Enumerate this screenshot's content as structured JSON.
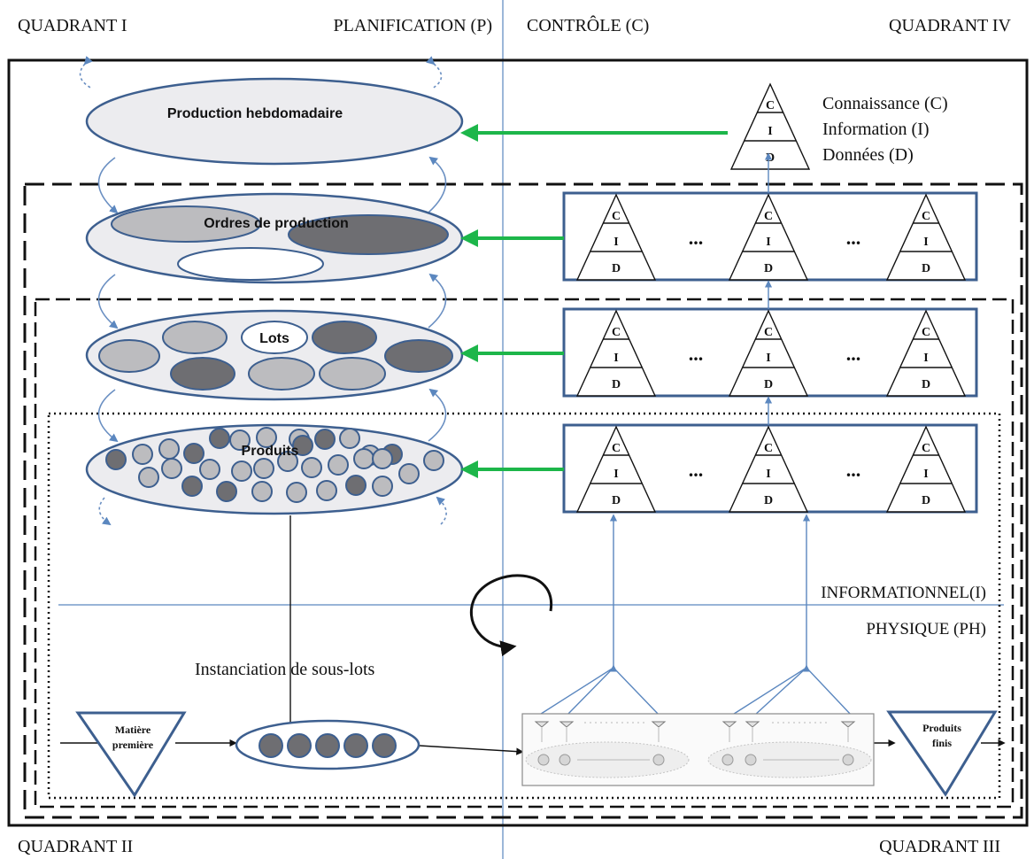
{
  "quadrants": {
    "top_left": "QUADRANT I",
    "top_right": "QUADRANT IV",
    "bottom_left": "QUADRANT II",
    "bottom_right": "QUADRANT III"
  },
  "axes": {
    "planning": "PLANIFICATION (P)",
    "control": "CONTRÔLE (C)",
    "informational": "INFORMATIONNEL(I)",
    "physical": "PHYSIQUE (PH)"
  },
  "levels": {
    "weekly": "Production hebdomadaire",
    "orders": "Ordres de production",
    "lots": "Lots",
    "products": "Produits"
  },
  "pyramid": {
    "top": "C",
    "middle": "I",
    "bottom": "D",
    "ellipsis": "..."
  },
  "legend": {
    "knowledge": "Connaissance (C)",
    "information": "Information (I)",
    "data": "Données (D)"
  },
  "flow": {
    "instantiation": "Instanciation de sous-lots",
    "raw_material_1": "Matière",
    "raw_material_2": "première",
    "finished_1": "Produits",
    "finished_2": "finis"
  },
  "colors": {
    "outline": "#3d5f8f",
    "arrow_green": "#1db64a",
    "light_fill": "#ececef",
    "mid_fill": "#bcbcbf",
    "dark_fill": "#6e6e72",
    "axis_line": "#5b87bf"
  }
}
